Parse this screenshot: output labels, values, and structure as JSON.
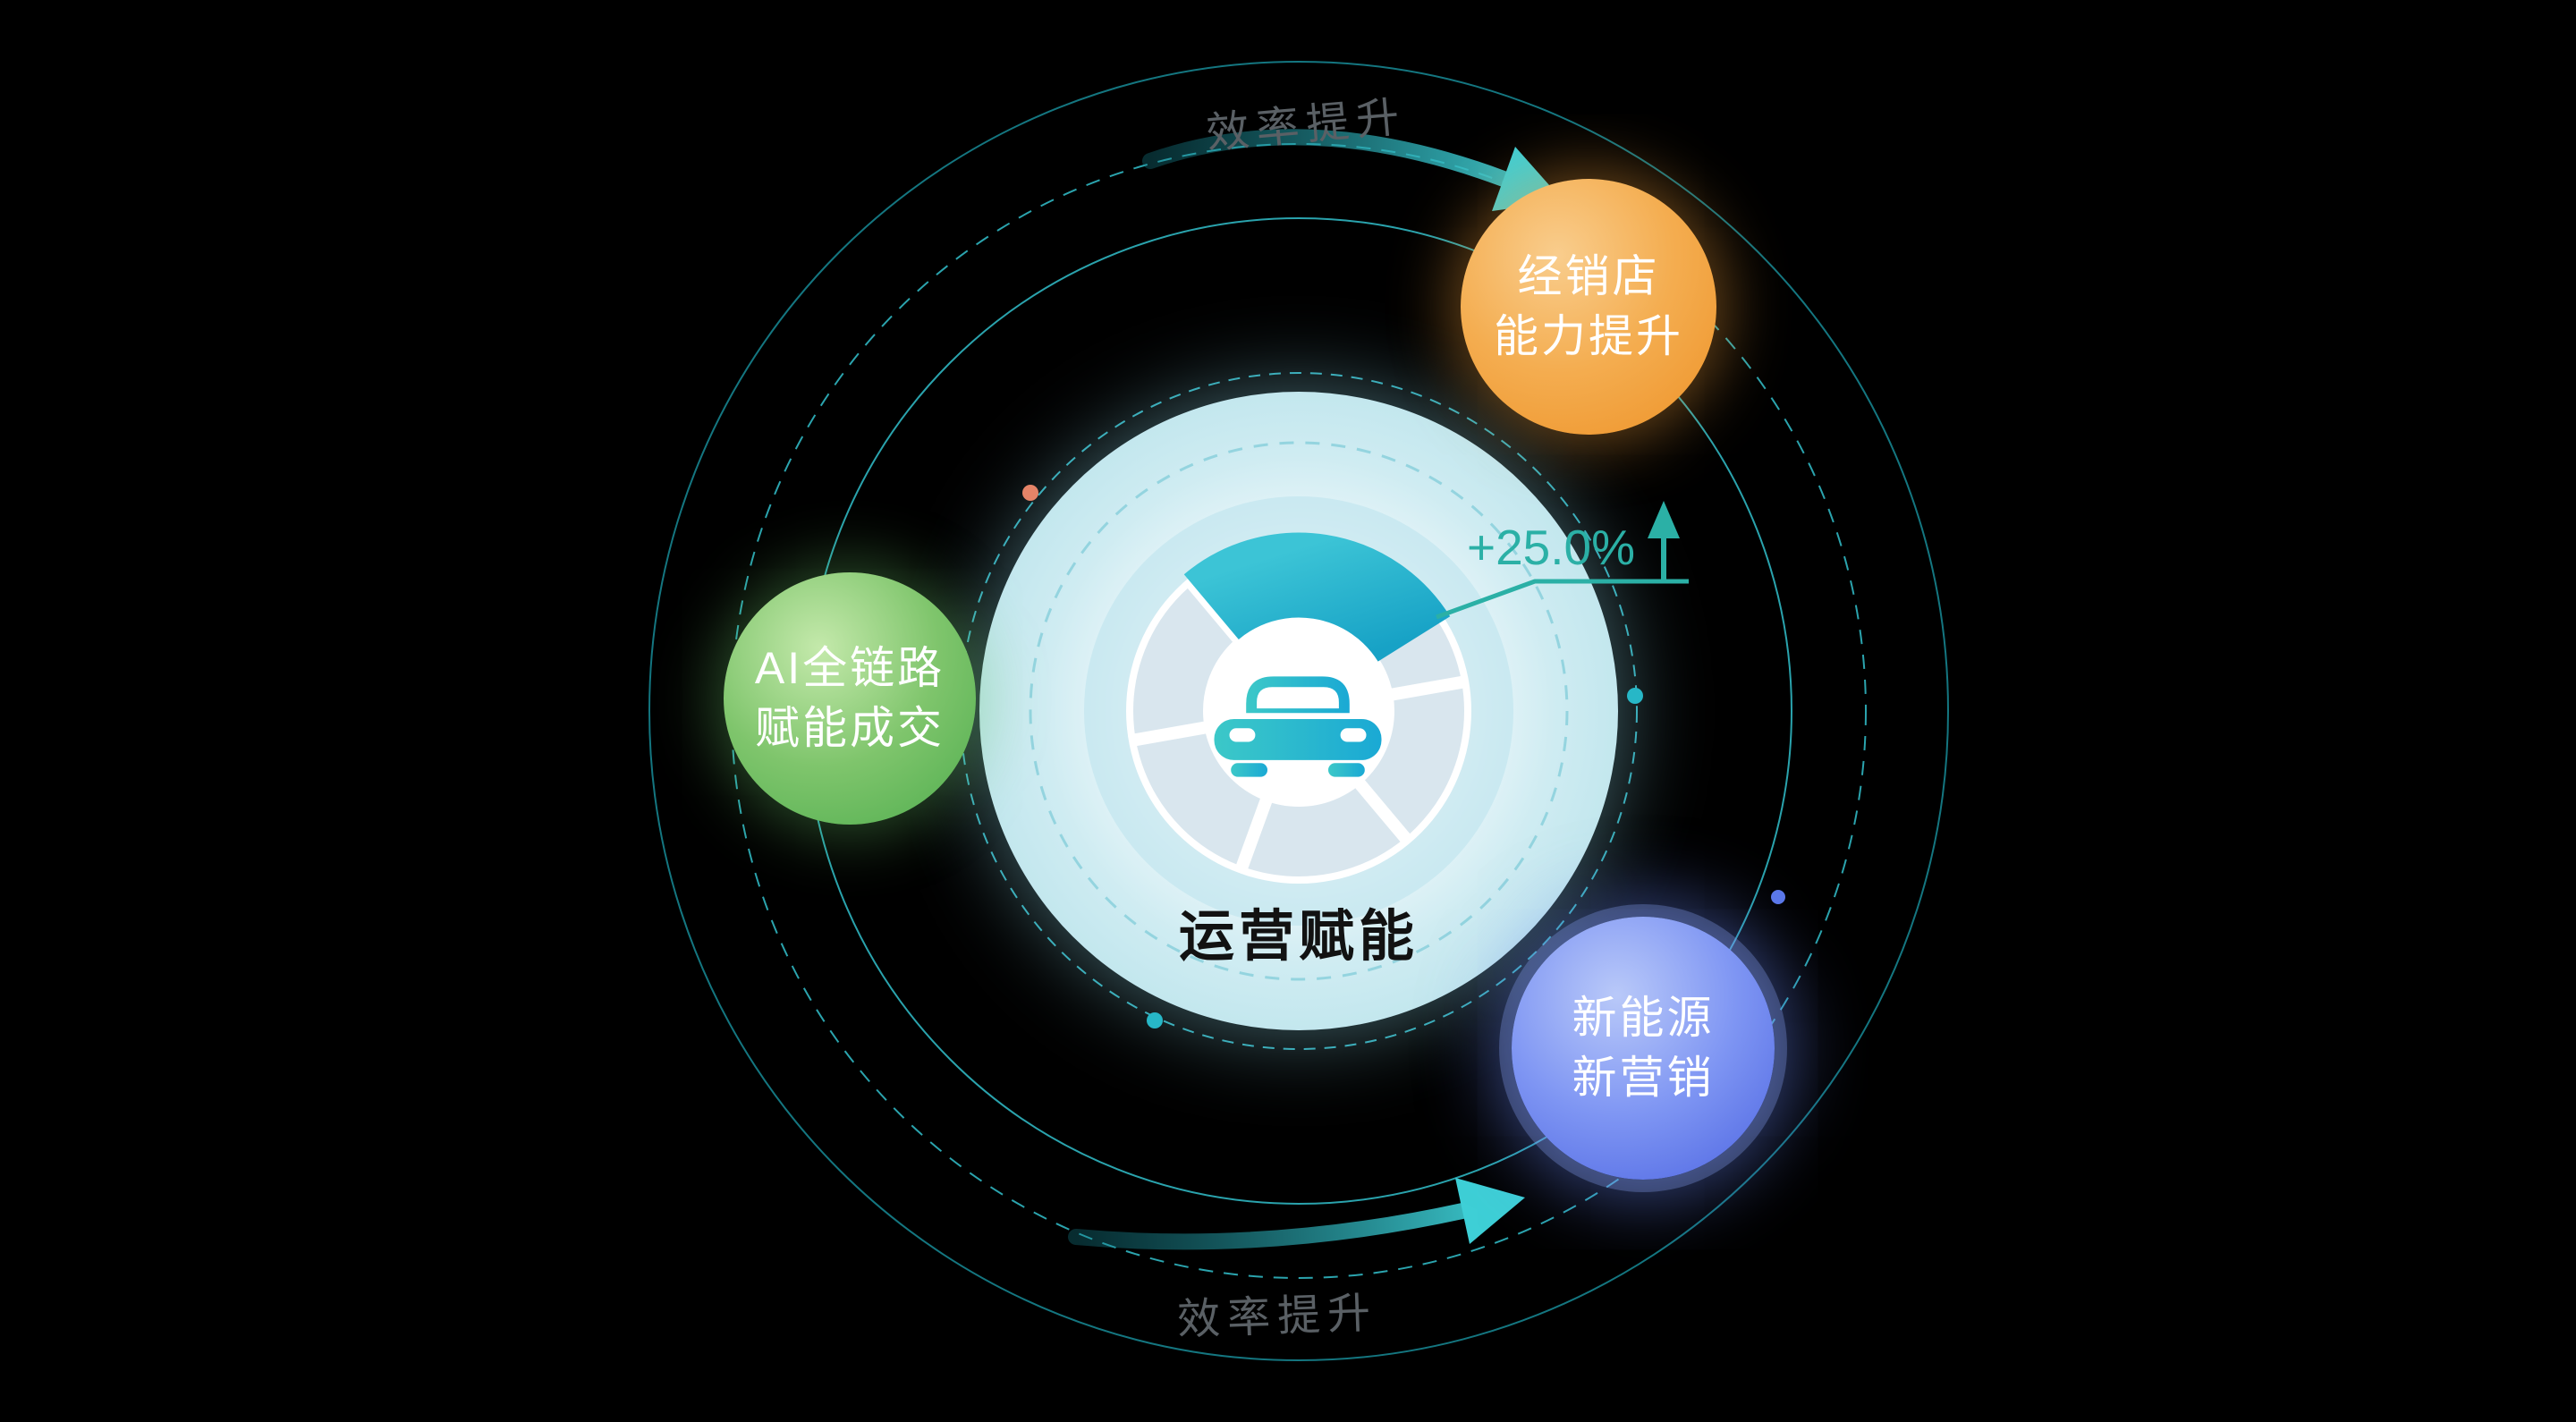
{
  "center": {
    "title": "运营赋能",
    "metric_label": "+25.0%",
    "icon": "car-icon"
  },
  "bubbles": {
    "dealer": {
      "line1": "经销店",
      "line2": "能力提升",
      "color": "#f29d3a"
    },
    "ai": {
      "line1": "AI全链路",
      "line2": "赋能成交",
      "color": "#5cb85c"
    },
    "nev": {
      "line1": "新能源",
      "line2": "新营销",
      "color": "#5b78ea"
    }
  },
  "orbit_labels": {
    "top": "效率提升",
    "bottom": "效率提升"
  },
  "icons": {
    "center": "car-icon",
    "growth": "up-arrow-icon",
    "orbit_top": "curved-arrow-right-icon",
    "orbit_bottom": "curved-arrow-right-icon"
  },
  "colors": {
    "background": "#000000",
    "orbit_teal": "#2ba4ae",
    "accent_teal": "#3ecfd6",
    "gauge_highlight": "#24b3cc",
    "gauge_track": "#d9e6ee",
    "metric_green": "#2bb0a6",
    "bubble_orange": "#f29d3a",
    "bubble_green": "#5cb85c",
    "bubble_blue": "#5b78ea",
    "dot_orange": "#e58468",
    "dot_teal": "#27b7c7",
    "label_gray": "#5a6065"
  }
}
